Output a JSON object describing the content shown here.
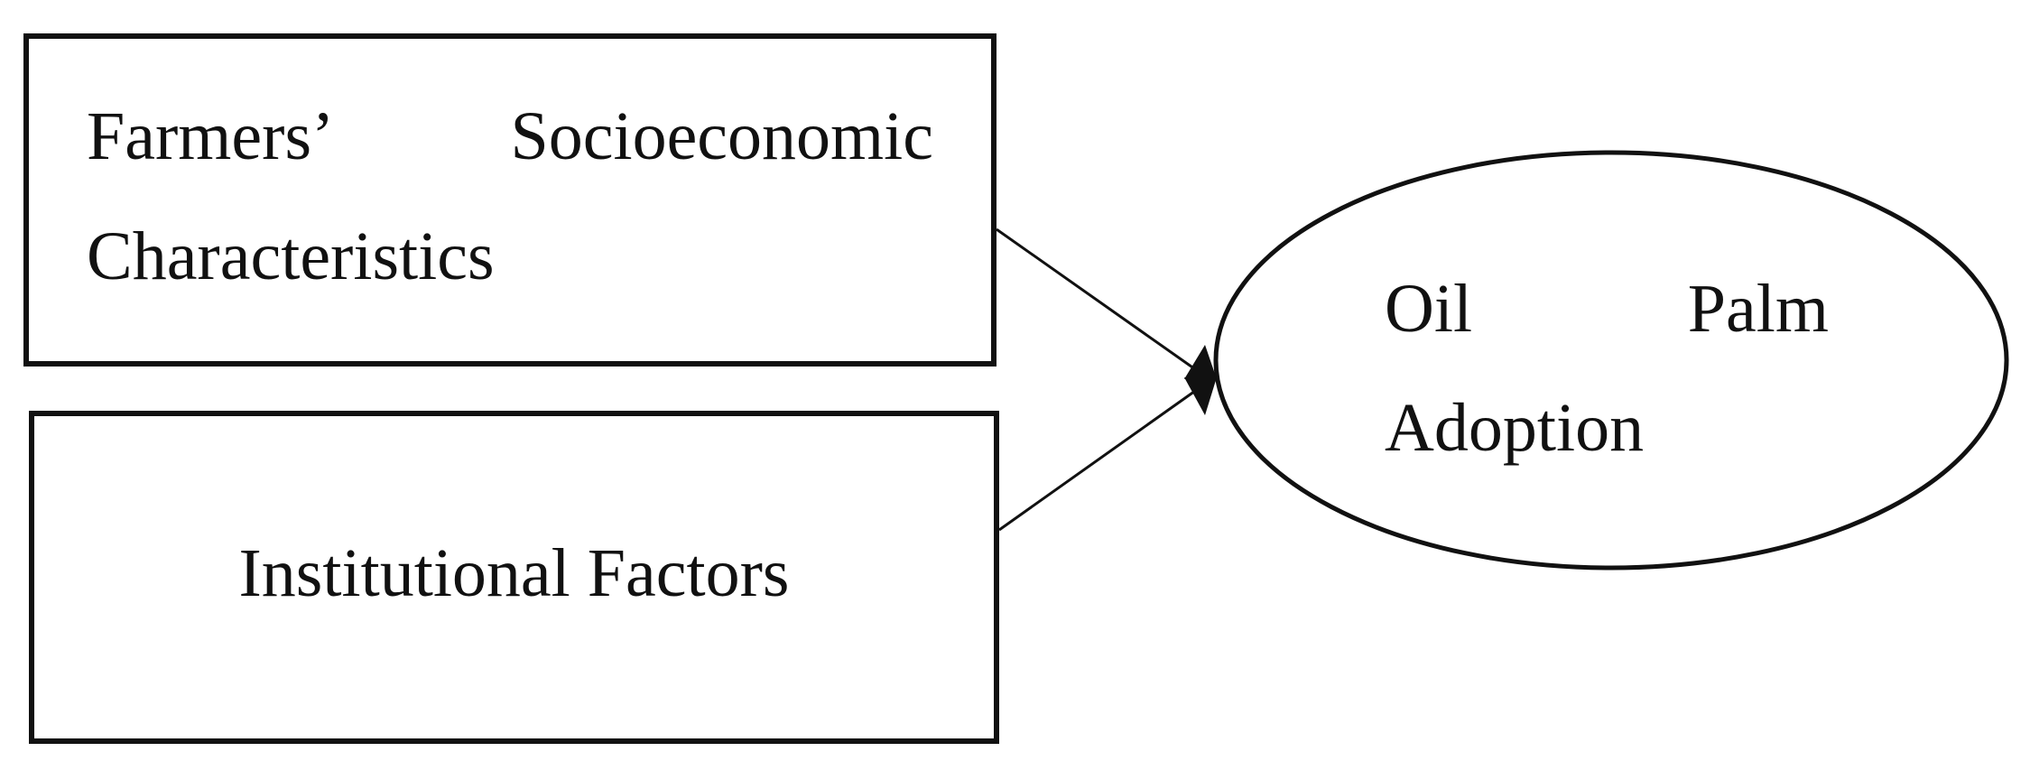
{
  "nodes": {
    "socioeconomic": {
      "line1_word1": "Farmers’",
      "line1_word2": "Socioeconomic",
      "line2": "Characteristics"
    },
    "institutional": {
      "label": "Institutional Factors"
    },
    "outcome": {
      "line1_word1": "Oil",
      "line1_word2": "Palm",
      "line2": "Adoption"
    }
  },
  "colors": {
    "stroke": "#111111",
    "background": "#ffffff"
  }
}
